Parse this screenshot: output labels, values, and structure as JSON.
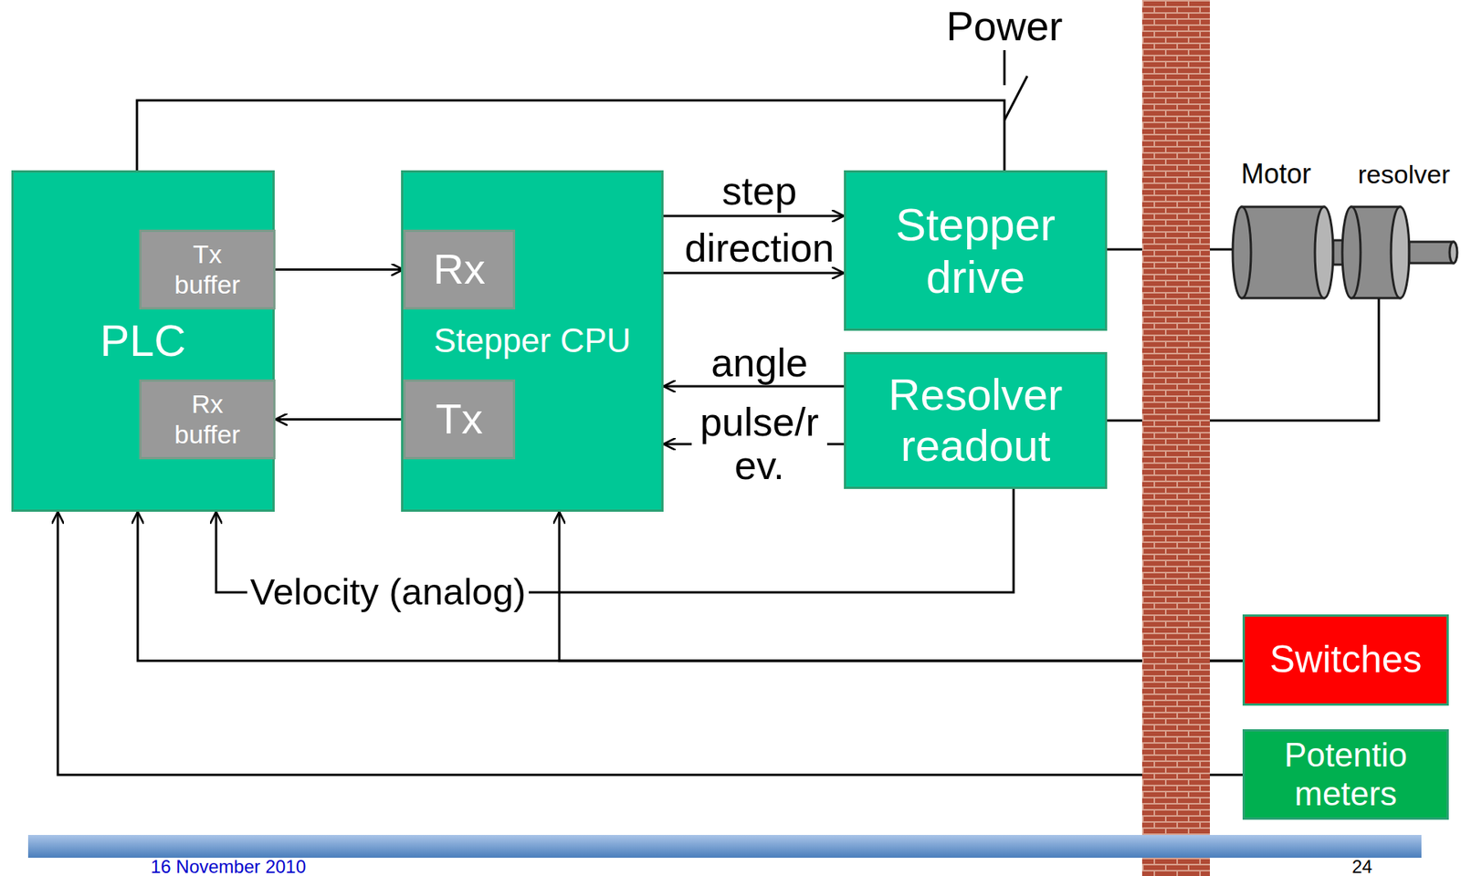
{
  "diagram": {
    "nodes": [
      {
        "text": [
          "PLC"
        ]
      },
      {
        "text": [
          "Tx buffer"
        ],
        "in": 0
      },
      {
        "text": [
          "Rx buffer"
        ],
        "in": 0
      },
      {
        "text": [
          "Stepper CPU"
        ]
      },
      {
        "text": [
          "Rx"
        ],
        "in": 3
      },
      {
        "text": [
          "Tx"
        ],
        "in": 3
      },
      {
        "text": [
          "Stepper drive"
        ]
      },
      {
        "text": [
          "Resolver readout"
        ]
      },
      {
        "text": [
          "Switches"
        ]
      },
      {
        "text": [
          "Potentio meters"
        ]
      }
    ],
    "edges": [
      {
        "from": 1,
        "to": 4,
        "arrow": "to"
      },
      {
        "from": 5,
        "to": 2,
        "arrow": "to"
      },
      {
        "from": 3,
        "to": 6,
        "label": "step",
        "arrow": "to"
      },
      {
        "from": 3,
        "to": 6,
        "label": "direction",
        "arrow": "to"
      },
      {
        "from": 7,
        "to": 3,
        "label": "angle",
        "arrow": "to"
      },
      {
        "from": 7,
        "to": 3,
        "label": "pulse/r ev.",
        "arrow": "to"
      },
      {
        "from": 7,
        "to": 0,
        "label": "Velocity (analog)",
        "arrow": "to"
      },
      {
        "from": 8,
        "to": 0,
        "arrow": "to"
      },
      {
        "from": 8,
        "to": 3,
        "arrow": "to"
      },
      {
        "from": 9,
        "to": 0,
        "arrow": "to"
      },
      {
        "from": 0,
        "to": 6,
        "arrow": "none"
      }
    ],
    "labels": [
      "Power",
      "Motor",
      "resolver",
      "16 November 2010",
      "24"
    ]
  }
}
